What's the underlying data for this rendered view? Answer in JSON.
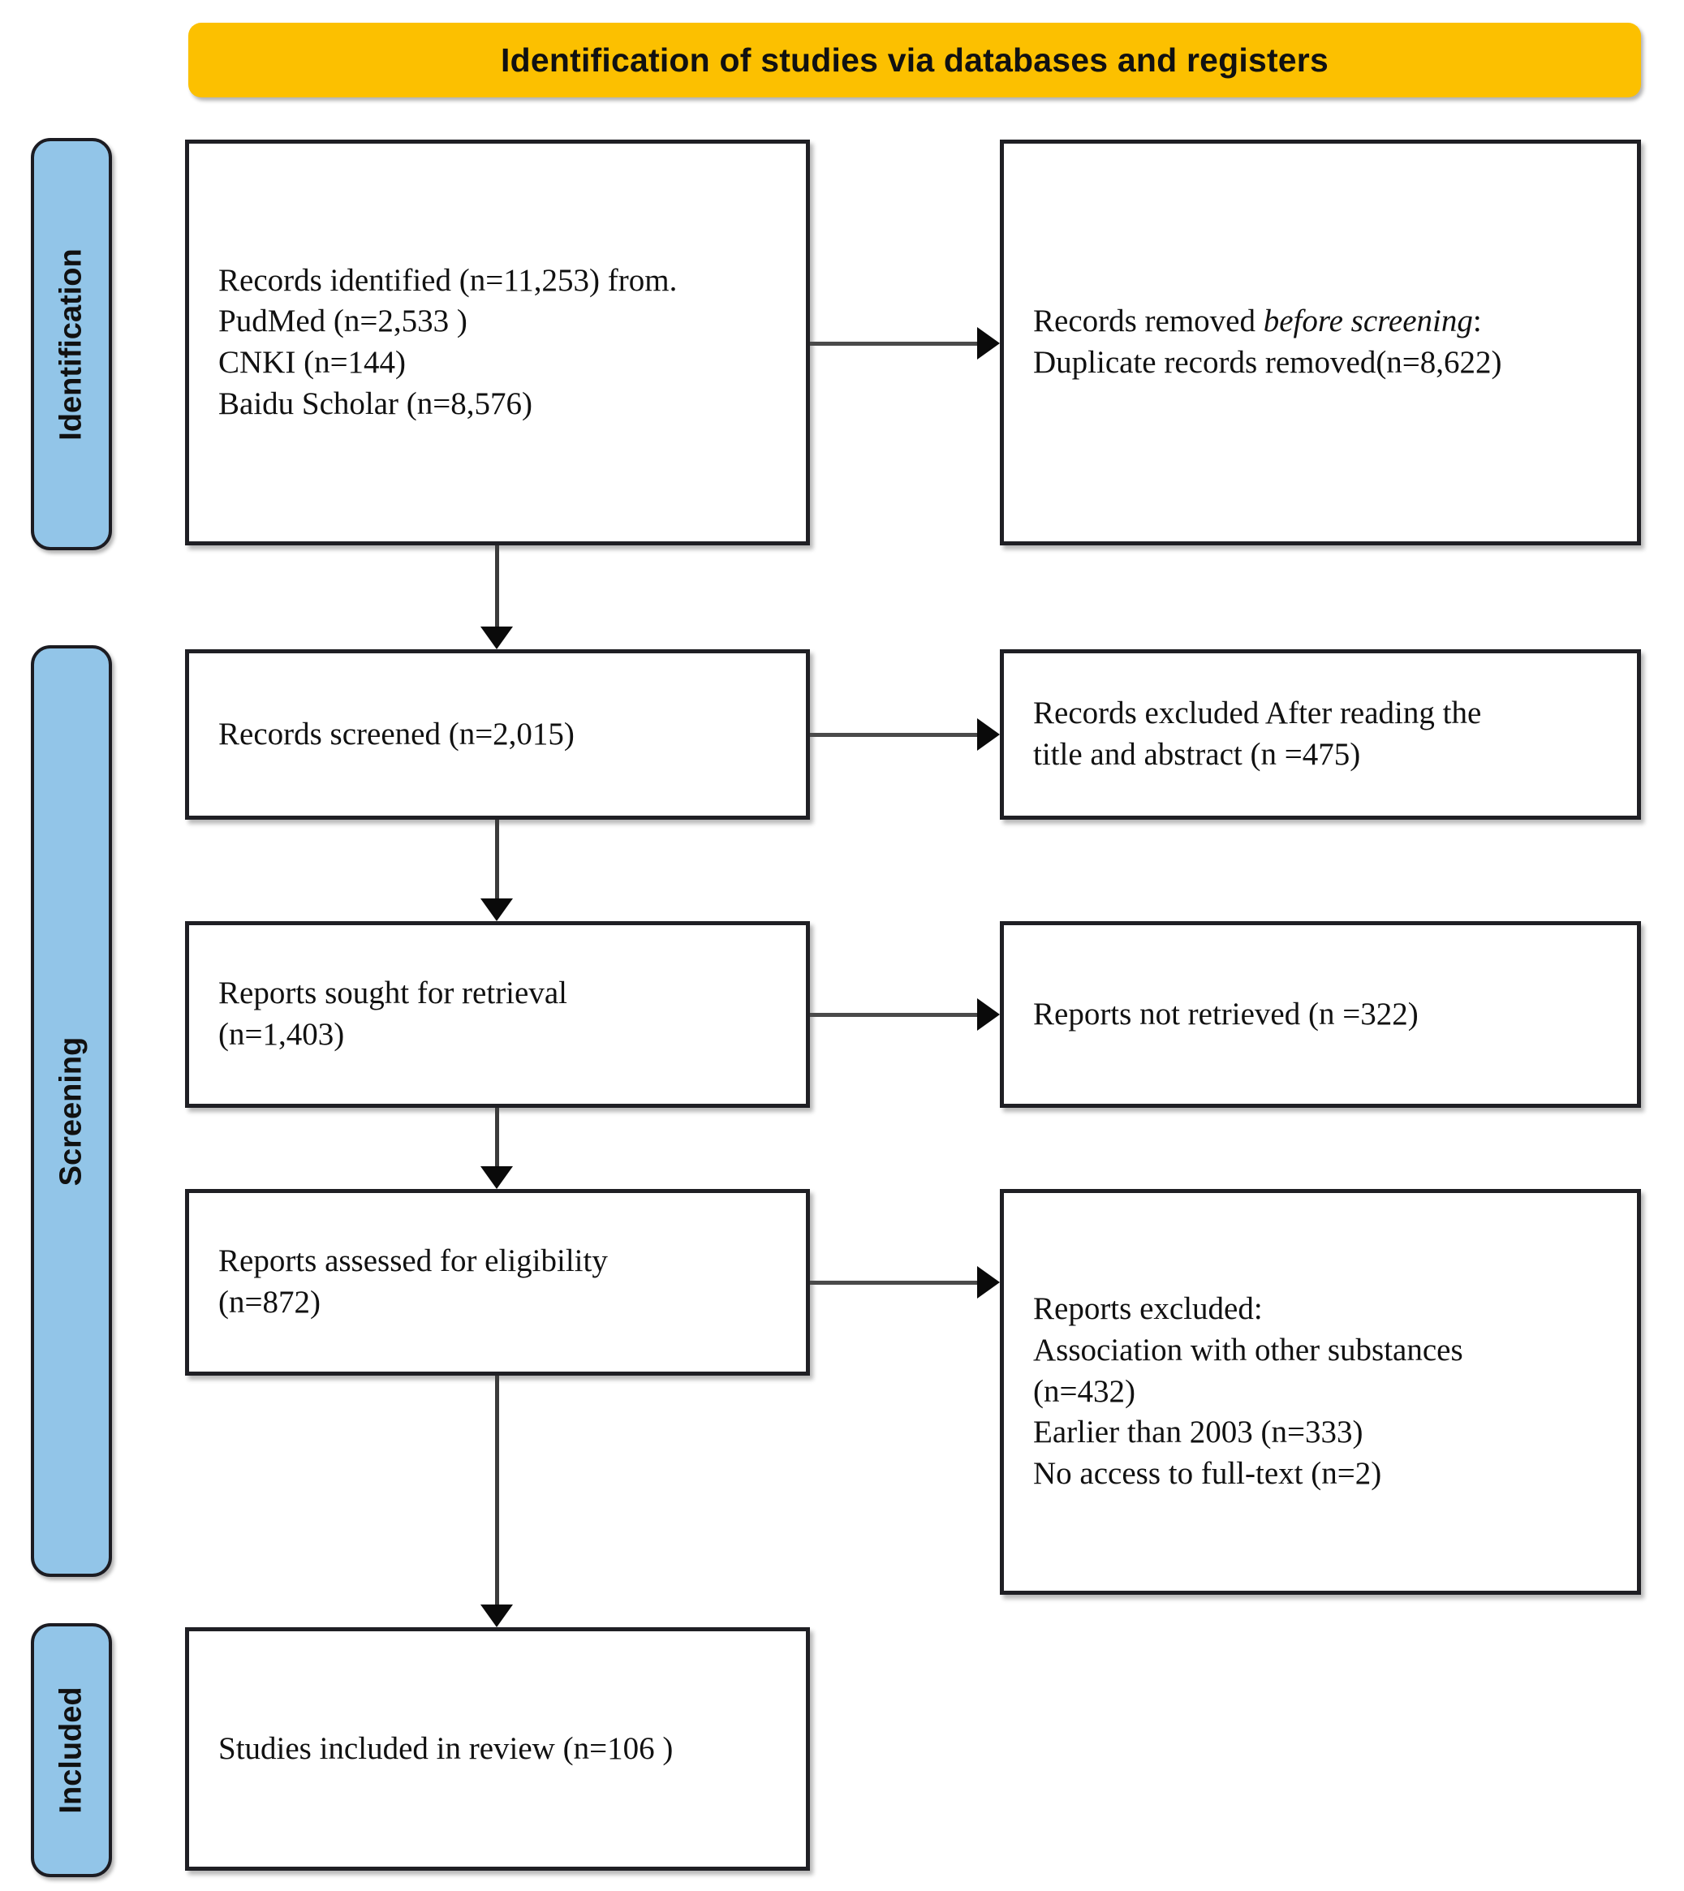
{
  "header": {
    "title": "Identification of studies via databases and registers",
    "bg_color": "#fcc000"
  },
  "stages": {
    "bg_color": "#92c5e8",
    "identification": "Identification",
    "screening": "Screening",
    "included": "Included"
  },
  "boxes": {
    "identified": "Records identified (n=11,253)  from.\nPudMed (n=2,533 )\nCNKI (n=144)\nBaidu Scholar (n=8,576)",
    "removed_line1_plain": "Records removed ",
    "removed_line1_italic": "before screening",
    "removed_line1_tail": ":",
    "removed_line2": "Duplicate records removed(n=8,622)",
    "screened": "Records screened (n=2,015)",
    "excluded_title_abstract": "Records excluded After reading the\ntitle and abstract (n =475)",
    "sought": "Reports sought for retrieval\n(n=1,403)",
    "not_retrieved": "Reports not retrieved (n =322)",
    "assessed": "Reports assessed for eligibility\n(n=872)",
    "reports_excluded": "Reports excluded:\nAssociation with other substances\n(n=432)\nEarlier than 2003 (n=333)\nNo access to full-text (n=2)",
    "included": "Studies included in review (n=106 )"
  },
  "flow": {
    "counts": {
      "records_identified_total": 11253,
      "pudmed": 2533,
      "cnki": 144,
      "baidu_scholar": 8576,
      "duplicates_removed": 8622,
      "records_screened": 2015,
      "records_excluded_title_abstract": 475,
      "reports_sought": 1403,
      "reports_not_retrieved": 322,
      "reports_assessed": 872,
      "excluded_other_substances": 432,
      "excluded_earlier_than_2003": 333,
      "excluded_no_full_text": 2,
      "studies_included": 106
    }
  }
}
